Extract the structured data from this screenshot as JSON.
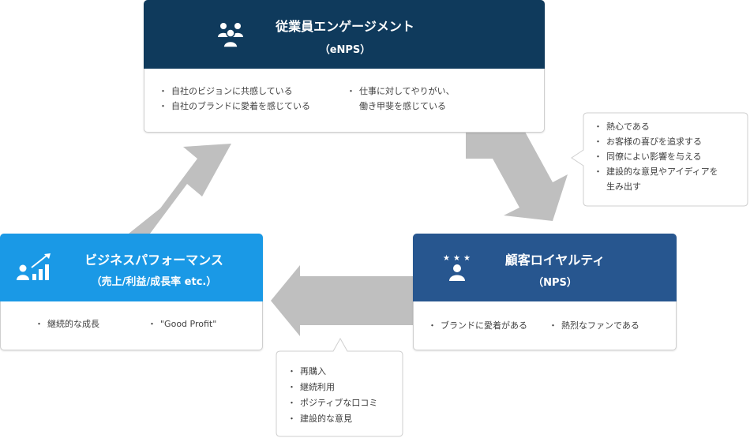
{
  "engagement": {
    "title": "従業員エンゲージメント",
    "subtitle": "（eNPS）",
    "icon": "people-group-icon",
    "bullets_left": [
      "自社のビジョンに共感している",
      "自社のブランドに愛着を感じている"
    ],
    "bullets_right": [
      "仕事に対してやりがい、",
      "働き甲斐を感じている"
    ]
  },
  "loyalty": {
    "title": "顧客ロイヤルティ",
    "subtitle": "（NPS）",
    "icon": "person-stars-icon",
    "bullets": [
      "ブランドに愛着がある",
      "熱烈なファンである"
    ]
  },
  "performance": {
    "title": "ビジネスパフォーマンス",
    "subtitle": "（売上/利益/成長率 etc.）",
    "icon": "person-growth-chart-icon",
    "bullets": [
      "継続的な成長",
      "\"Good Profit\""
    ]
  },
  "bubble_right": {
    "lines": [
      "熱心である",
      "お客様の喜びを追求する",
      "同僚によい影響を与える",
      "建設的な意見やアイディアを",
      "生み出す"
    ]
  },
  "bubble_bottom": {
    "lines": [
      "再購入",
      "継続利用",
      "ポジティブな口コミ",
      "建設的な意見"
    ]
  },
  "colors": {
    "engagement": "#0f3a5c",
    "loyalty": "#27568f",
    "performance": "#1a99e6",
    "arrow": "#bfbfbf"
  }
}
